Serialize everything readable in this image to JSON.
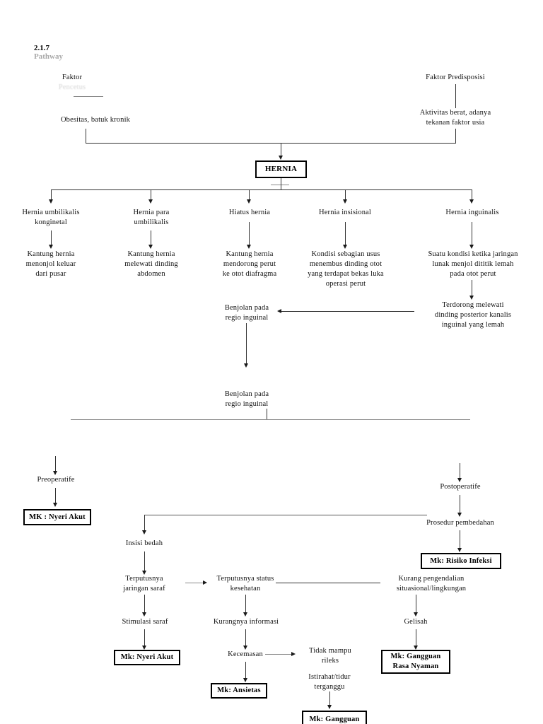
{
  "document": {
    "section_number": "2.1.7",
    "section_title_clipped": "Pathway"
  },
  "nodes": {
    "faktor_pencetus": "Faktor",
    "faktor_pencetus_clipped": "Pencetus",
    "obesitas": "Obesitas, batuk kronik",
    "faktor_predisposisi": "Faktor Predisposisi",
    "aktivitas_berat": "Aktivitas berat, adanya\ntekanan faktor usia",
    "hernia": "HERNIA",
    "hernia_umbilikalis": "Hernia umbilikalis\nkonginetal",
    "hernia_para_umbilikalis": "Hernia para\numbilikalis",
    "hiatus_hernia": "Hiatus hernia",
    "hernia_insisional": "Hernia insisional",
    "hernia_inguinalis": "Hernia inguinalis",
    "kantung_menonjol": "Kantung hernia\nmenonjol keluar\ndari pusar",
    "kantung_melewati": "Kantung hernia\nmelewati dinding\nabdomen",
    "kantung_mendorong": "Kantung hernia\nmendorong perut\nke otot diafragma",
    "kondisi_sebagian": "Kondisi sebagian usus\nmenembus dinding otot\nyang terdapat bekas luka\noperasi perut",
    "suatu_kondisi": "Suatu kondisi ketika jaringan\nlunak menjol dititik lemah\npada otot perut",
    "terdorong_melewati": "Terdorong melewati\ndinding posterior kanalis\ninguinal yang lemah",
    "benjolan_1": "Benjolan pada\nregio inguinal",
    "benjolan_2": "Benjolan pada\nregio inguinal",
    "preoperatife": "Preoperatife",
    "postoperatife": "Postoperatife",
    "prosedur_pembedahan": "Prosedur pembedahan",
    "insisi_bedah": "Insisi bedah",
    "terputusnya_jaringan": "Terputusnya\njaringan saraf",
    "terputusnya_status": "Terputusnya status\nkesehatan",
    "kurang_pengendalian": "Kurang pengendalian\nsituasional/lingkungan",
    "stimulasi_saraf": "Stimulasi saraf",
    "kurangnya_informasi": "Kurangnya informasi",
    "gelisah": "Gelisah",
    "kecemasan": "Kecemasan",
    "tidak_mampu_rileks": "Tidak mampu\nrileks",
    "istirahat_terganggu": "Istirahat/tidur\nterganggu"
  },
  "diagnosis_boxes": {
    "mk_nyeri_akut_pre": "MK : Nyeri Akut",
    "mk_risiko_infeksi": "Mk: Risiko Infeksi",
    "mk_nyeri_akut_post": "Mk: Nyeri Akut",
    "mk_gangguan_rasa_nyaman": "Mk: Gangguan\nRasa Nyaman",
    "mk_ansietas": "Mk: Ansietas",
    "mk_gangguan_clipped": "Mk:  Gangguan"
  },
  "colors": {
    "ink": "#111111",
    "line": "#333333",
    "line_grey": "#8a8a8a",
    "background": "#ffffff"
  }
}
